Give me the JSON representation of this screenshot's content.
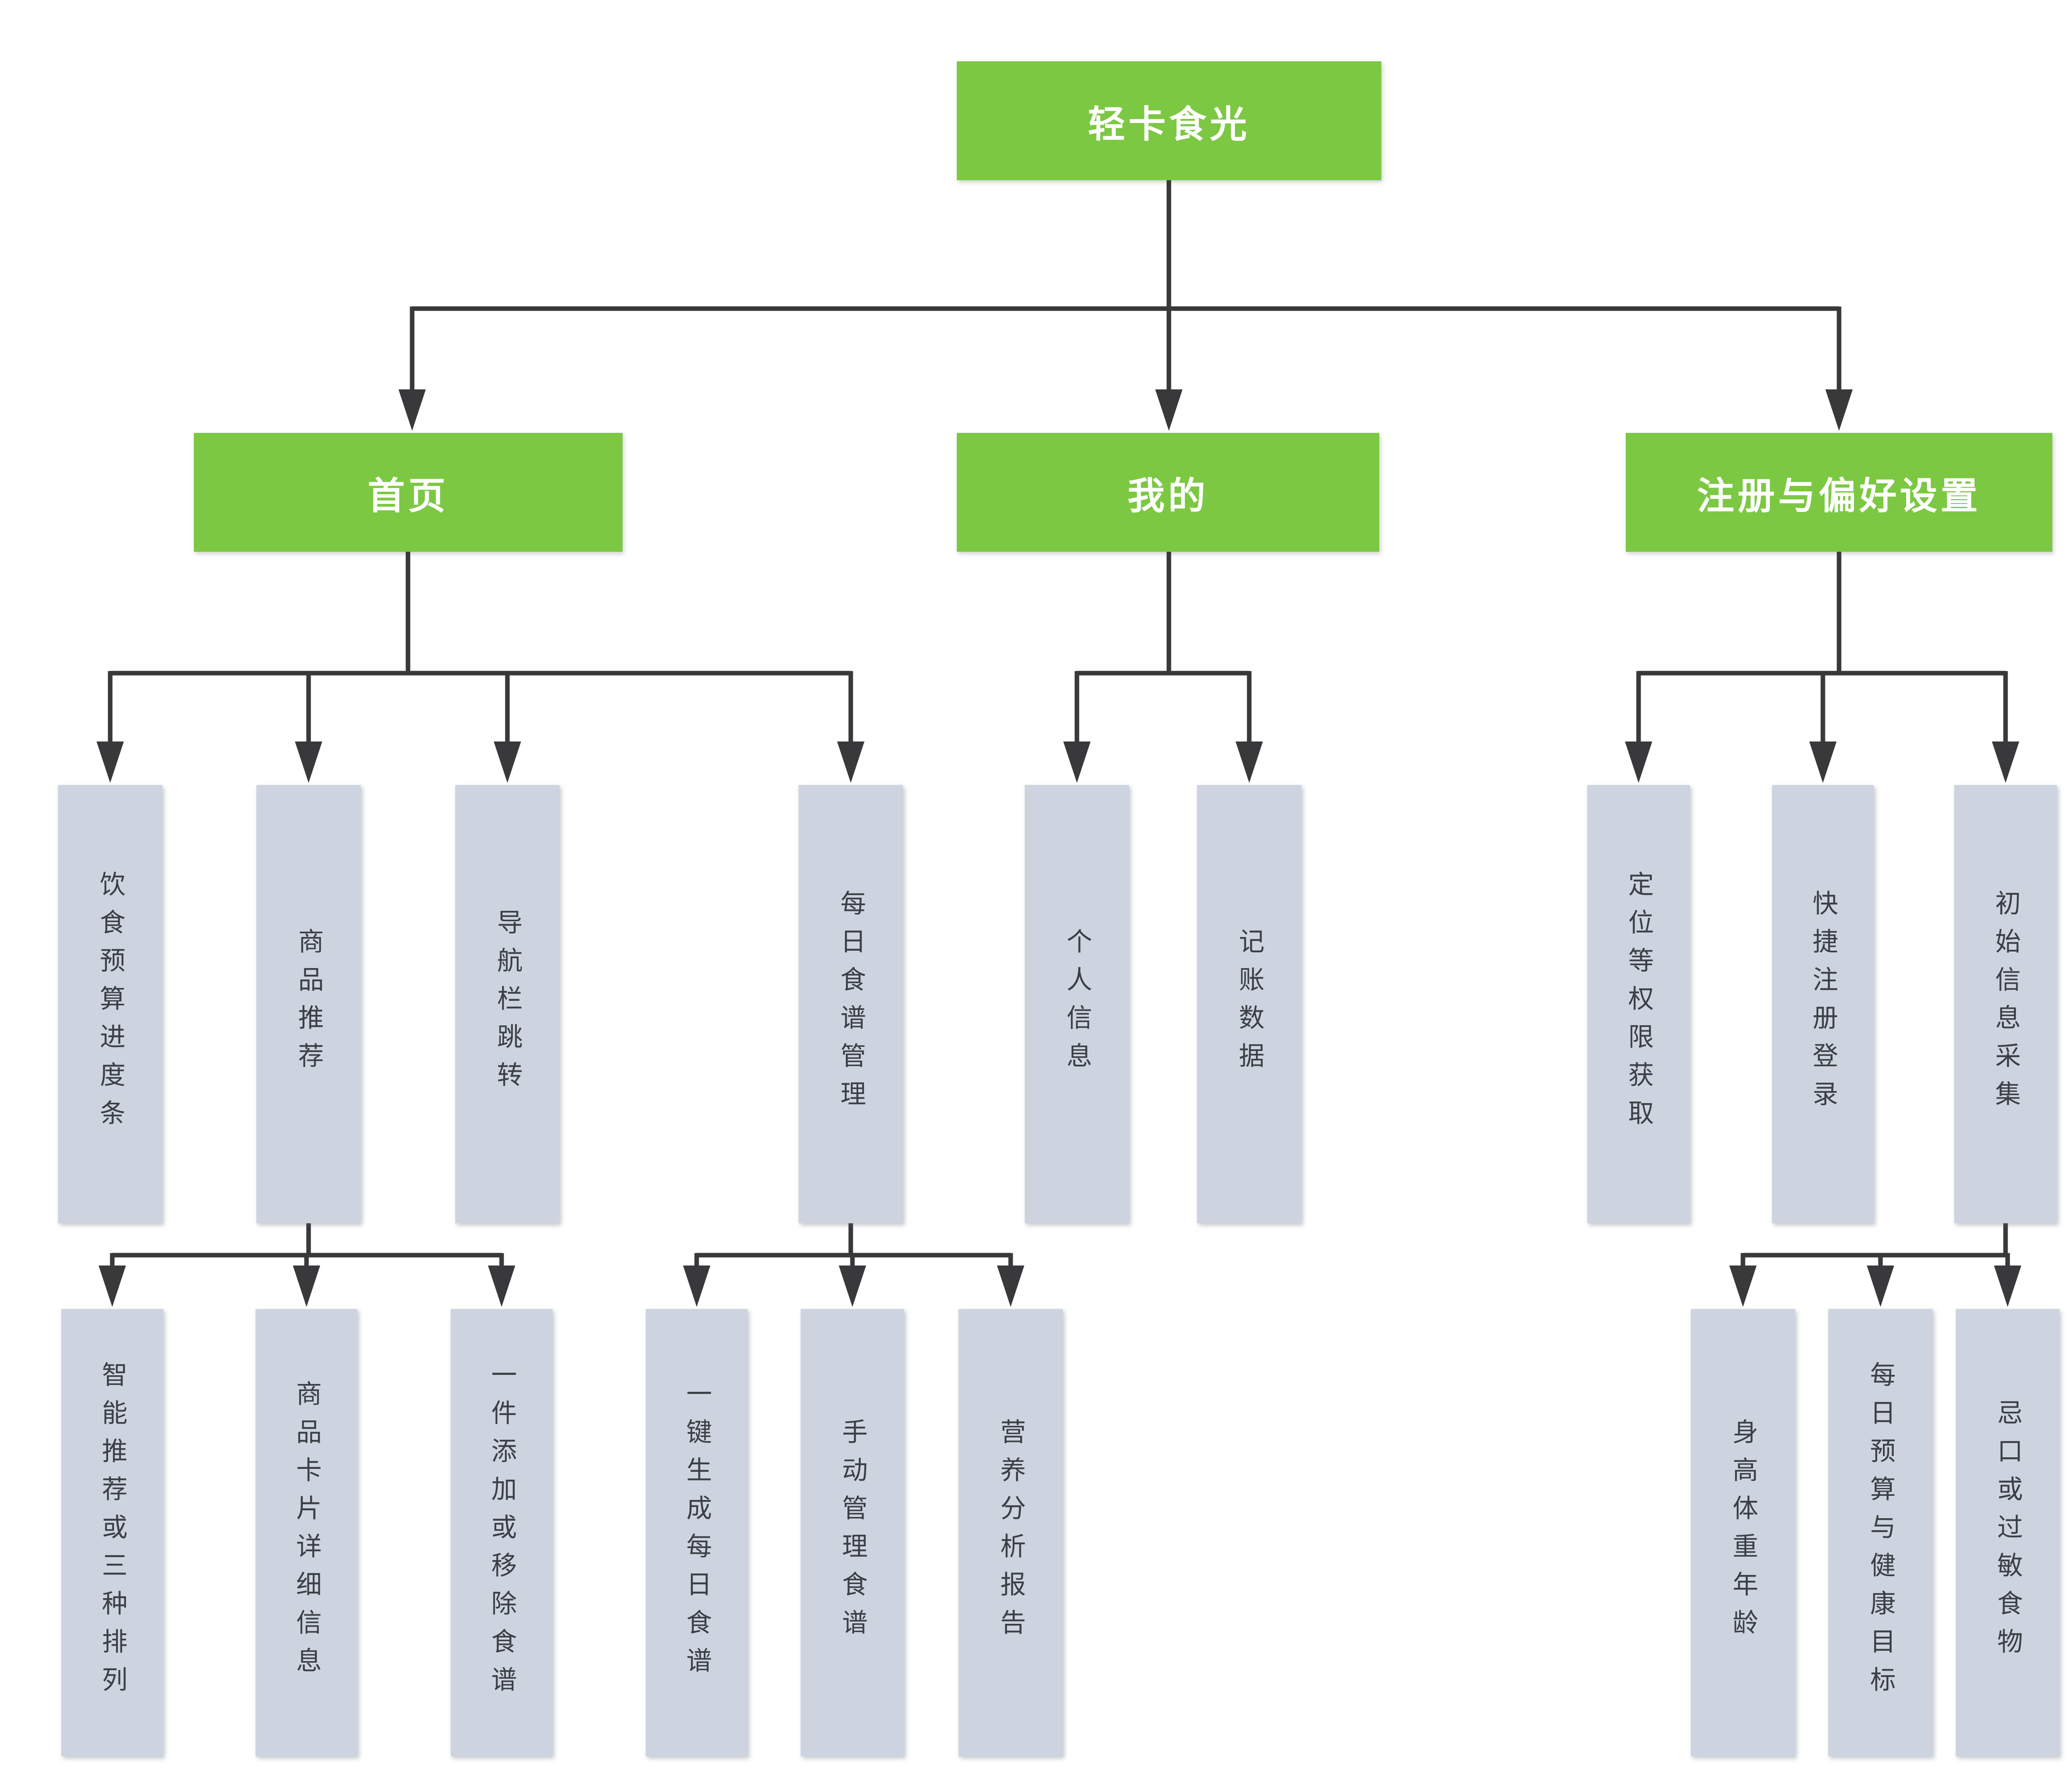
{
  "colors": {
    "node_green": "#7cc843",
    "node_gray": "#ced4df",
    "green_text": "#ffffff",
    "gray_text": "#3b4046",
    "connector_line": "#39393b",
    "background": "#ffffff"
  },
  "diagram": {
    "root": {
      "label": "轻卡食光",
      "children": [
        {
          "label": "首页",
          "children": [
            {
              "label": "饮食预算进度条"
            },
            {
              "label": "商品推荐",
              "children": [
                {
                  "label": "智能推荐或三种排列"
                },
                {
                  "label": "商品卡片详细信息"
                },
                {
                  "label": "一件添加或移除食谱"
                }
              ]
            },
            {
              "label": "导航栏跳转"
            },
            {
              "label": "每日食谱管理",
              "children": [
                {
                  "label": "一键生成每日食谱"
                },
                {
                  "label": "手动管理食谱"
                },
                {
                  "label": "营养分析报告"
                }
              ]
            }
          ]
        },
        {
          "label": "我的",
          "children": [
            {
              "label": "个人信息"
            },
            {
              "label": "记账数据"
            }
          ]
        },
        {
          "label": "注册与偏好设置",
          "children": [
            {
              "label": "定位等权限获取"
            },
            {
              "label": "快捷注册登录"
            },
            {
              "label": "初始信息采集",
              "children": [
                {
                  "label": "身高体重年龄"
                },
                {
                  "label": "每日预算与健康目标"
                },
                {
                  "label": "忌口或过敏食物"
                }
              ]
            }
          ]
        }
      ]
    }
  }
}
